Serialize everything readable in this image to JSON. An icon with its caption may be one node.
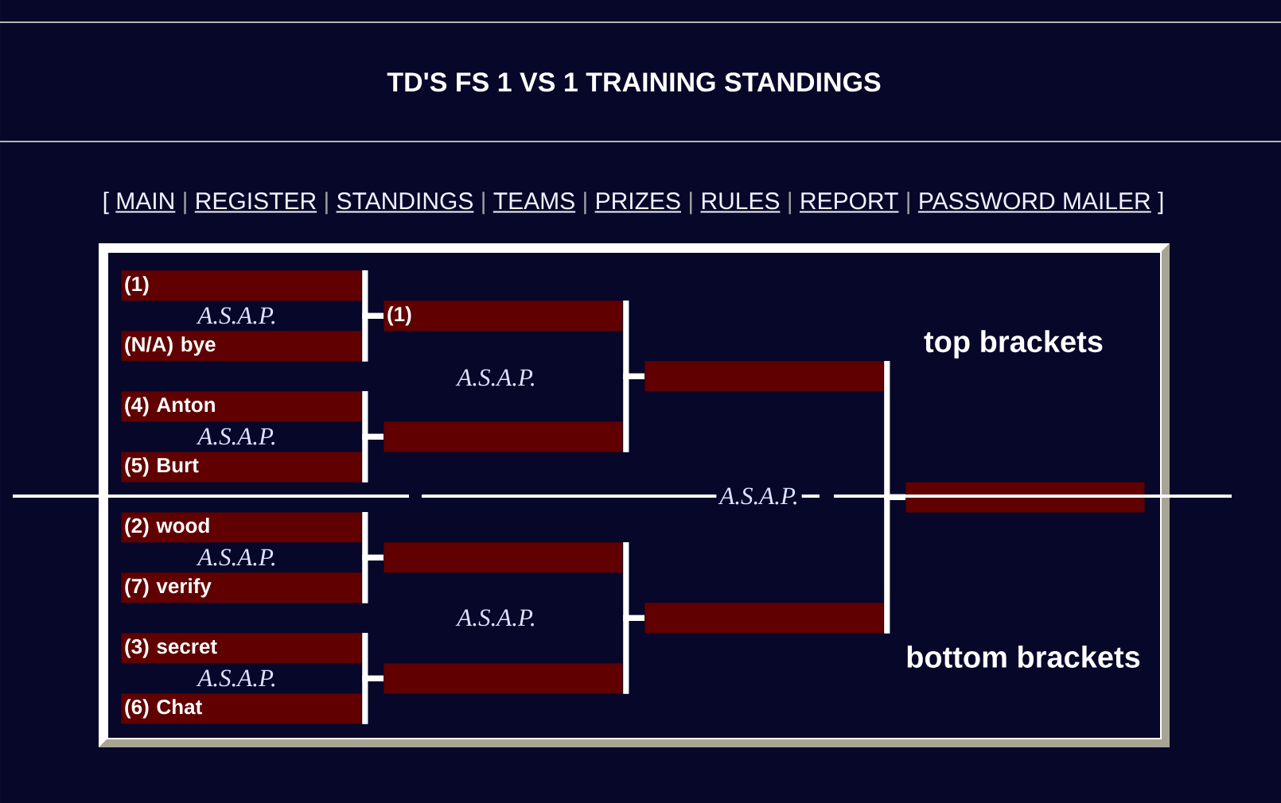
{
  "diagram": {
    "title": "TD'S FS 1 VS 1 TRAINING STANDINGS",
    "nodes": [
      {
        "text": [
          "(1)"
        ]
      },
      {
        "text": [
          "(N/A) bye"
        ]
      },
      {
        "text": [
          "(4) Anton"
        ]
      },
      {
        "text": [
          "(5) Burt"
        ]
      },
      {
        "text": [
          "(2) wood"
        ]
      },
      {
        "text": [
          "(7) verify"
        ]
      },
      {
        "text": [
          "(3) secret"
        ]
      },
      {
        "text": [
          "(6) Chat"
        ]
      },
      {
        "text": [
          "(1)"
        ]
      },
      {
        "text": [],
        "shape": "bar"
      },
      {
        "text": [],
        "shape": "bar"
      },
      {
        "text": [],
        "shape": "bar"
      },
      {
        "text": [],
        "shape": "bar"
      },
      {
        "text": [],
        "shape": "bar"
      },
      {
        "text": [],
        "shape": "bar"
      }
    ],
    "edges": [
      {
        "from": 0,
        "to": 8,
        "arrow": "none"
      },
      {
        "from": 1,
        "to": 8,
        "arrow": "none"
      },
      {
        "from": 2,
        "to": 9,
        "arrow": "none"
      },
      {
        "from": 3,
        "to": 9,
        "arrow": "none"
      },
      {
        "from": 4,
        "to": 10,
        "arrow": "none"
      },
      {
        "from": 5,
        "to": 10,
        "arrow": "none"
      },
      {
        "from": 6,
        "to": 11,
        "arrow": "none"
      },
      {
        "from": 7,
        "to": 11,
        "arrow": "none"
      },
      {
        "from": 8,
        "to": 12,
        "arrow": "none"
      },
      {
        "from": 9,
        "to": 12,
        "arrow": "none"
      },
      {
        "from": 10,
        "to": 13,
        "arrow": "none"
      },
      {
        "from": 11,
        "to": 13,
        "arrow": "none"
      },
      {
        "from": 12,
        "to": 14,
        "arrow": "none"
      },
      {
        "from": 13,
        "to": 14,
        "arrow": "none"
      }
    ],
    "labels": [
      "[",
      "MAIN",
      "|",
      "REGISTER",
      "|",
      "STANDINGS",
      "|",
      "TEAMS",
      "|",
      "PRIZES",
      "|",
      "RULES",
      "|",
      "REPORT",
      "|",
      "PASSWORD MAILER",
      "]",
      "A.S.A.P.",
      "top brackets",
      "A.S.A.P.",
      "A.S.A.P.",
      "A.S.A.P.",
      "A.S.A.P.",
      "A.S.A.P.",
      "bottom brackets",
      "A.S.A.P."
    ]
  }
}
